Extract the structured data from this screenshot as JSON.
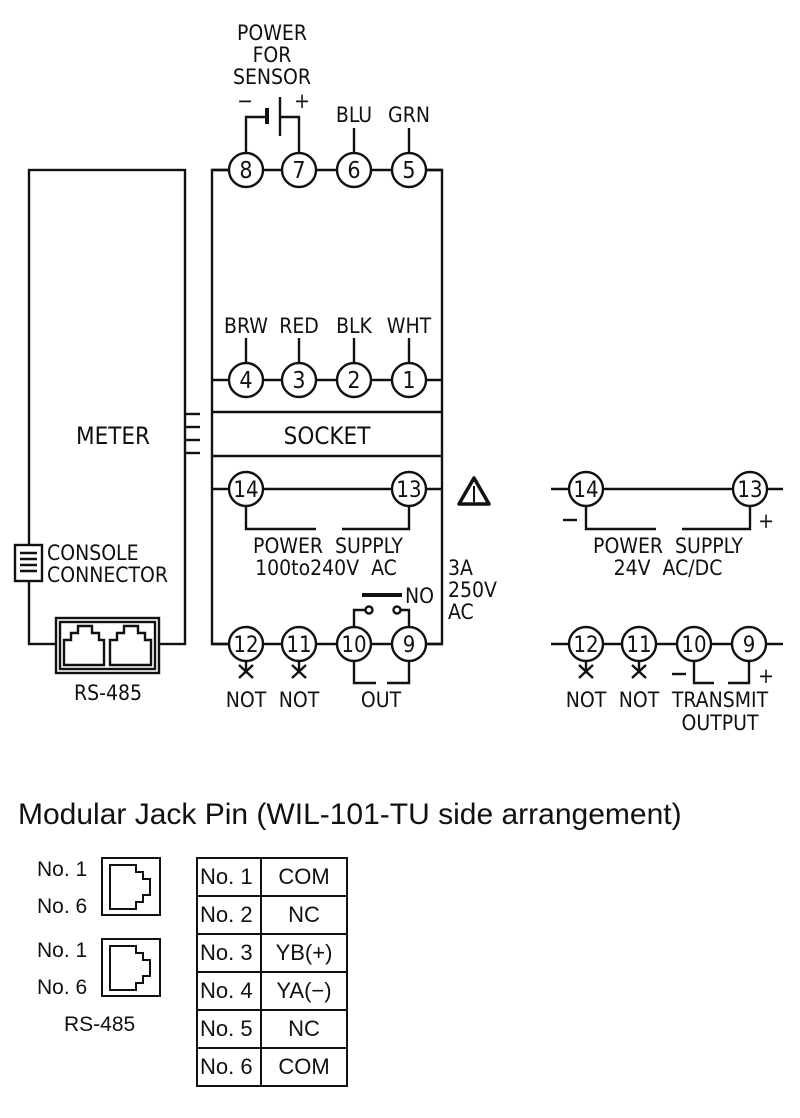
{
  "diagram": {
    "sensor_power": {
      "label_lines": [
        "POWER",
        "FOR",
        "SENSOR"
      ],
      "minus": "−",
      "plus": "+"
    },
    "top_terminals": [
      {
        "num": "8",
        "wire": ""
      },
      {
        "num": "7",
        "wire": ""
      },
      {
        "num": "6",
        "wire": "BLU"
      },
      {
        "num": "5",
        "wire": "GRN"
      }
    ],
    "mid_terminals": [
      {
        "num": "4",
        "wire": "BRW"
      },
      {
        "num": "3",
        "wire": "RED"
      },
      {
        "num": "2",
        "wire": "BLK"
      },
      {
        "num": "1",
        "wire": "WHT"
      }
    ],
    "meter_label": "METER",
    "socket_label": "SOCKET",
    "console_label_lines": [
      "CONSOLE",
      "CONNECTOR"
    ],
    "rs485_label": "RS-485",
    "ac_version": {
      "power_terminals": [
        "14",
        "13"
      ],
      "power_label_lines": [
        "POWER  SUPPLY",
        "100to240V  AC"
      ],
      "bottom_terminals": [
        "12",
        "11",
        "10",
        "9"
      ],
      "bottom_labels": [
        "NOT",
        "NOT",
        "OUT"
      ],
      "relay_contact": "NO",
      "rating_lines": [
        "3A",
        "250V",
        "AC"
      ],
      "warning_icon": "warning-triangle"
    },
    "dc_version": {
      "power_terminals": [
        "14",
        "13"
      ],
      "power_label_lines": [
        "POWER  SUPPLY",
        "24V  AC/DC"
      ],
      "minus": "−",
      "plus": "+",
      "bottom_terminals": [
        "12",
        "11",
        "10",
        "9"
      ],
      "bottom_labels": [
        "NOT",
        "NOT"
      ],
      "transmit_label_lines": [
        "TRANSMIT",
        "OUTPUT"
      ]
    }
  },
  "modular_jack": {
    "title": "Modular Jack Pin (WIL-101-TU side arrangement)",
    "jacks": [
      {
        "top": "No. 1",
        "bottom": "No. 6"
      },
      {
        "top": "No. 1",
        "bottom": "No. 6"
      }
    ],
    "caption": "RS-485",
    "pin_table": [
      {
        "pin": "No. 1",
        "signal": "COM"
      },
      {
        "pin": "No. 2",
        "signal": "NC"
      },
      {
        "pin": "No. 3",
        "signal": "YB(+)"
      },
      {
        "pin": "No. 4",
        "signal": "YA(−)"
      },
      {
        "pin": "No. 5",
        "signal": "NC"
      },
      {
        "pin": "No. 6",
        "signal": "COM"
      }
    ]
  }
}
